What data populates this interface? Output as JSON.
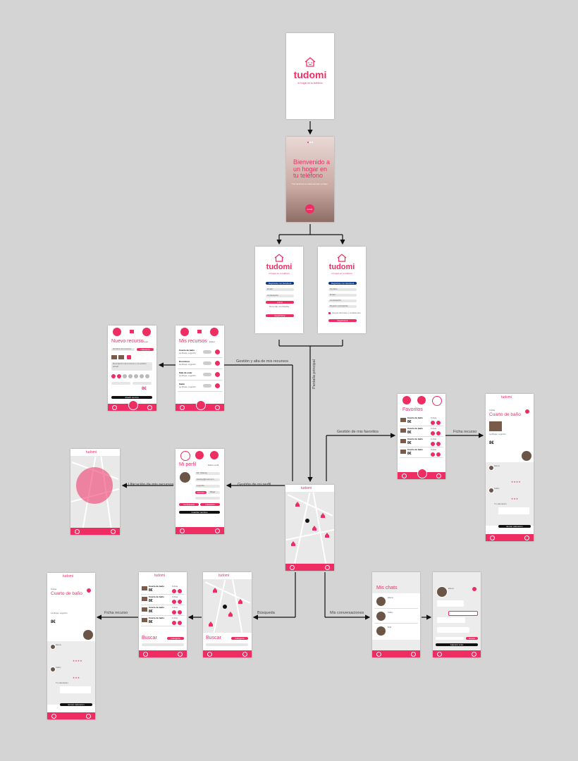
{
  "brand": {
    "name": "tudomi",
    "tagline": "tu hogar en tu teléfono",
    "accent": "#ee2e63",
    "facebook_blue": "#0b3a8a",
    "background": "#d4d4d4"
  },
  "edges": {
    "alta_recursos": "Gestión y alta de mis recursos",
    "pantalla_principal": "Pantalla principal",
    "favoritos": "Gestión de mis favoritos",
    "ficha_recurso_1": "Ficha recurso",
    "ubicacion": "Ubicación de mis recursos",
    "perfil": "Gestión de mi perfil",
    "busqueda": "Búsqueda",
    "conversaciones": "Mis conversaciones",
    "ficha_recurso_2": "Ficha recurso"
  },
  "welcome": {
    "title_line1": "Bienvenido a",
    "title_line2": "un hogar en",
    "title_line3": "tu teléfono",
    "body": "Tus recursos en casa siempre contigo",
    "cta": "entrar"
  },
  "login": {
    "facebook": "Regístrate con facebook",
    "email": "Email",
    "password": "Contraseña",
    "enter": "entrar",
    "forgot": "Recordar contraseña",
    "register": "Registrarse"
  },
  "register": {
    "facebook": "Regístrate con facebook",
    "name": "Nombre",
    "email": "Email",
    "password": "Contraseña",
    "repeat": "Repetir contraseña",
    "terms": "Acepto términos y condiciones",
    "submit": "Registrarse"
  },
  "nuevo_recurso": {
    "title": "Nuevo recurso",
    "clear": "clean",
    "name_placeholder": "Nombre del recurso",
    "category": "Categoría",
    "description": "Descripción del recurso y su estado actual",
    "price": "8€",
    "add": "Añadir recurso"
  },
  "mis_recursos": {
    "title": "Mis recursos",
    "edit": "Editar",
    "items": [
      {
        "name": "Cuarto de baño",
        "sub": "La Rioja, Logroño"
      },
      {
        "name": "Dormitorio",
        "sub": "La Rioja, Logroño"
      },
      {
        "name": "Sala de estar",
        "sub": "La Rioja, Logroño"
      },
      {
        "name": "Salón",
        "sub": "La Rioja, Logroño"
      }
    ]
  },
  "mi_perfil": {
    "title": "Mi perfil",
    "edit": "Editar perfil",
    "name": "Mr. Stanley",
    "email": "stanley@mail.com",
    "city": "Logroño",
    "gender_male": "Hombre",
    "gender_female": "Mujer",
    "change_password": "Contraseña",
    "location": "Ubicación",
    "save": "Guardar cambios"
  },
  "favoritos": {
    "title": "Favoritos",
    "items": [
      {
        "name": "Cuarto de baño",
        "price": "8€",
        "tag": "9 días"
      },
      {
        "name": "Cuarto de baño",
        "price": "8€",
        "tag": "9 días"
      },
      {
        "name": "Cuarto de baño",
        "price": "8€",
        "tag": "9 días"
      },
      {
        "name": "Cuarto de baño",
        "price": "8€",
        "tag": "9 días"
      }
    ]
  },
  "ficha": {
    "tag": "9 días",
    "title": "Cuarto de baño",
    "price": "8€",
    "location": "La Rioja, Logroño",
    "valoracion": "Tu valoración",
    "send": "Enviar valoración",
    "users": [
      "Elena",
      "Kathy"
    ]
  },
  "buscar": {
    "title": "Buscar",
    "category": "Categoría",
    "items": [
      {
        "name": "Cuarto de baño",
        "price": "8€",
        "tag": "9 días"
      },
      {
        "name": "Cuarto de baño",
        "price": "8€",
        "tag": "9 días"
      },
      {
        "name": "Cuarto de baño",
        "price": "8€",
        "tag": "9 días"
      },
      {
        "name": "Cuarto de baño",
        "price": "8€",
        "tag": "9 días"
      }
    ]
  },
  "chats": {
    "title": "Mis chats",
    "users": [
      "Elena",
      "Kathy",
      "Erik"
    ],
    "send": "Enviar",
    "new_chat": "Adjuntar imán"
  }
}
